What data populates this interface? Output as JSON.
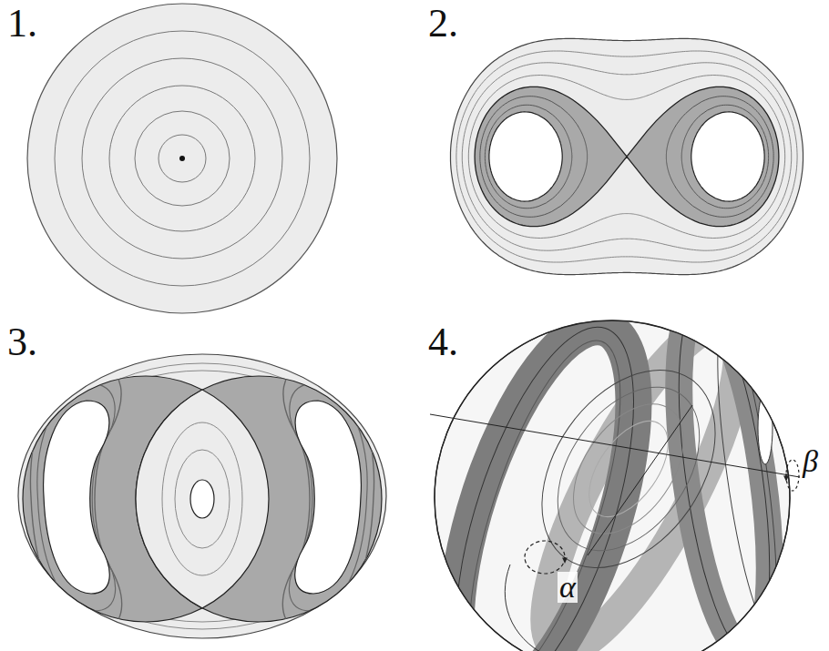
{
  "diagram": {
    "labels": [
      "1.",
      "2.",
      "3.",
      "4.",
      "α",
      "β"
    ]
  }
}
